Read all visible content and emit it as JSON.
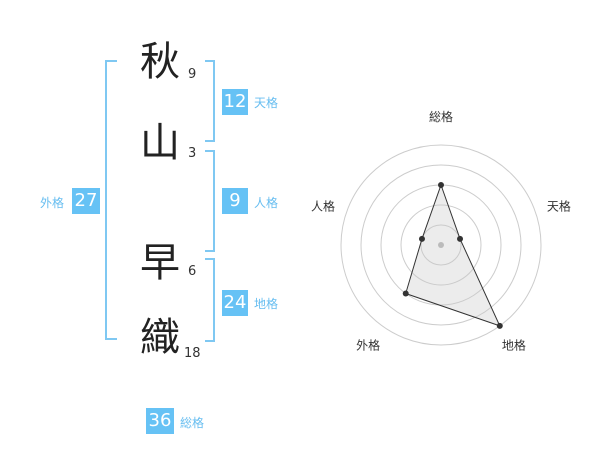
{
  "name": {
    "chars": [
      {
        "char": "秋",
        "strokes": "9"
      },
      {
        "char": "山",
        "strokes": "3"
      },
      {
        "char": "早",
        "strokes": "6"
      },
      {
        "char": "織",
        "strokes": "18"
      }
    ]
  },
  "fortunes": {
    "tenkaku": {
      "value": "12",
      "label": "天格"
    },
    "jinkaku": {
      "value": "9",
      "label": "人格"
    },
    "chikaku": {
      "value": "24",
      "label": "地格"
    },
    "gaikaku": {
      "value": "27",
      "label": "外格"
    },
    "soukaku": {
      "value": "36",
      "label": "総格"
    }
  },
  "colors": {
    "badge": "#66c2f5",
    "bracket": "#7fc8f2",
    "label": "#66bdf0"
  },
  "chart_data": {
    "type": "radar",
    "axes": [
      "総格",
      "天格",
      "地格",
      "外格",
      "人格"
    ],
    "rings": 5,
    "values": [
      3,
      1,
      5,
      3,
      1
    ],
    "max": 5,
    "grid": true
  }
}
